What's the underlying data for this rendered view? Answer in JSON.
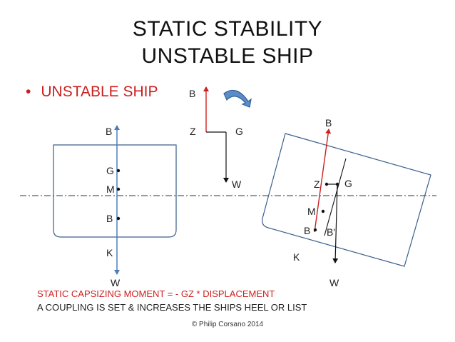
{
  "title": {
    "line1": "STATIC    STABILITY",
    "line2": "UNSTABLE  SHIP"
  },
  "bullet": {
    "symbol": "•",
    "text": "UNSTABLE SHIP"
  },
  "upright_ship": {
    "labels": {
      "top_b": "B",
      "g": "G",
      "m": "M",
      "b": "B",
      "k": "K",
      "w": "W"
    }
  },
  "couple_sketch": {
    "labels": {
      "b": "B",
      "z": "Z",
      "g": "G",
      "w": "W"
    }
  },
  "heeled_ship": {
    "labels": {
      "top_b": "B",
      "z": "Z",
      "g": "G",
      "m": "M",
      "b": "B",
      "b_prime": "B'",
      "k": "K",
      "w": "W"
    }
  },
  "footer": {
    "line1": "STATIC CAPSIZING MOMENT   =  - GZ  *  DISPLACEMENT",
    "line2": "A COUPLING IS SET & INCREASES THE SHIPS HEEL OR LIST",
    "copyright": "© Philip Corsano 2014"
  },
  "colors": {
    "red": "#cc1f1f",
    "blue_arrow": "#4a7ebb",
    "black": "#111111"
  }
}
